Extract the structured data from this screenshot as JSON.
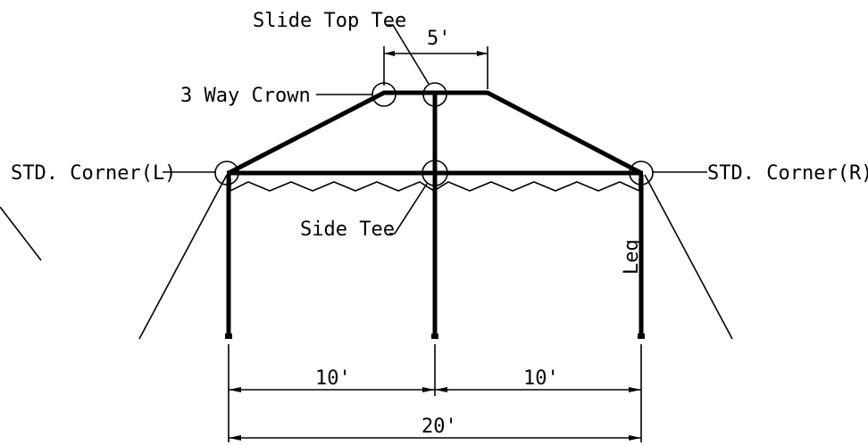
{
  "labels": {
    "slide_top_tee": "Slide Top Tee",
    "three_way_crown": "3 Way Crown",
    "std_corner_left": "STD. Corner(L)",
    "std_corner_right": "STD. Corner(R)",
    "side_tee": "Side Tee",
    "leg": "Leg"
  },
  "dimensions": {
    "top_width": "5'",
    "left_span": "10'",
    "right_span": "10'",
    "total_span": "20'"
  }
}
